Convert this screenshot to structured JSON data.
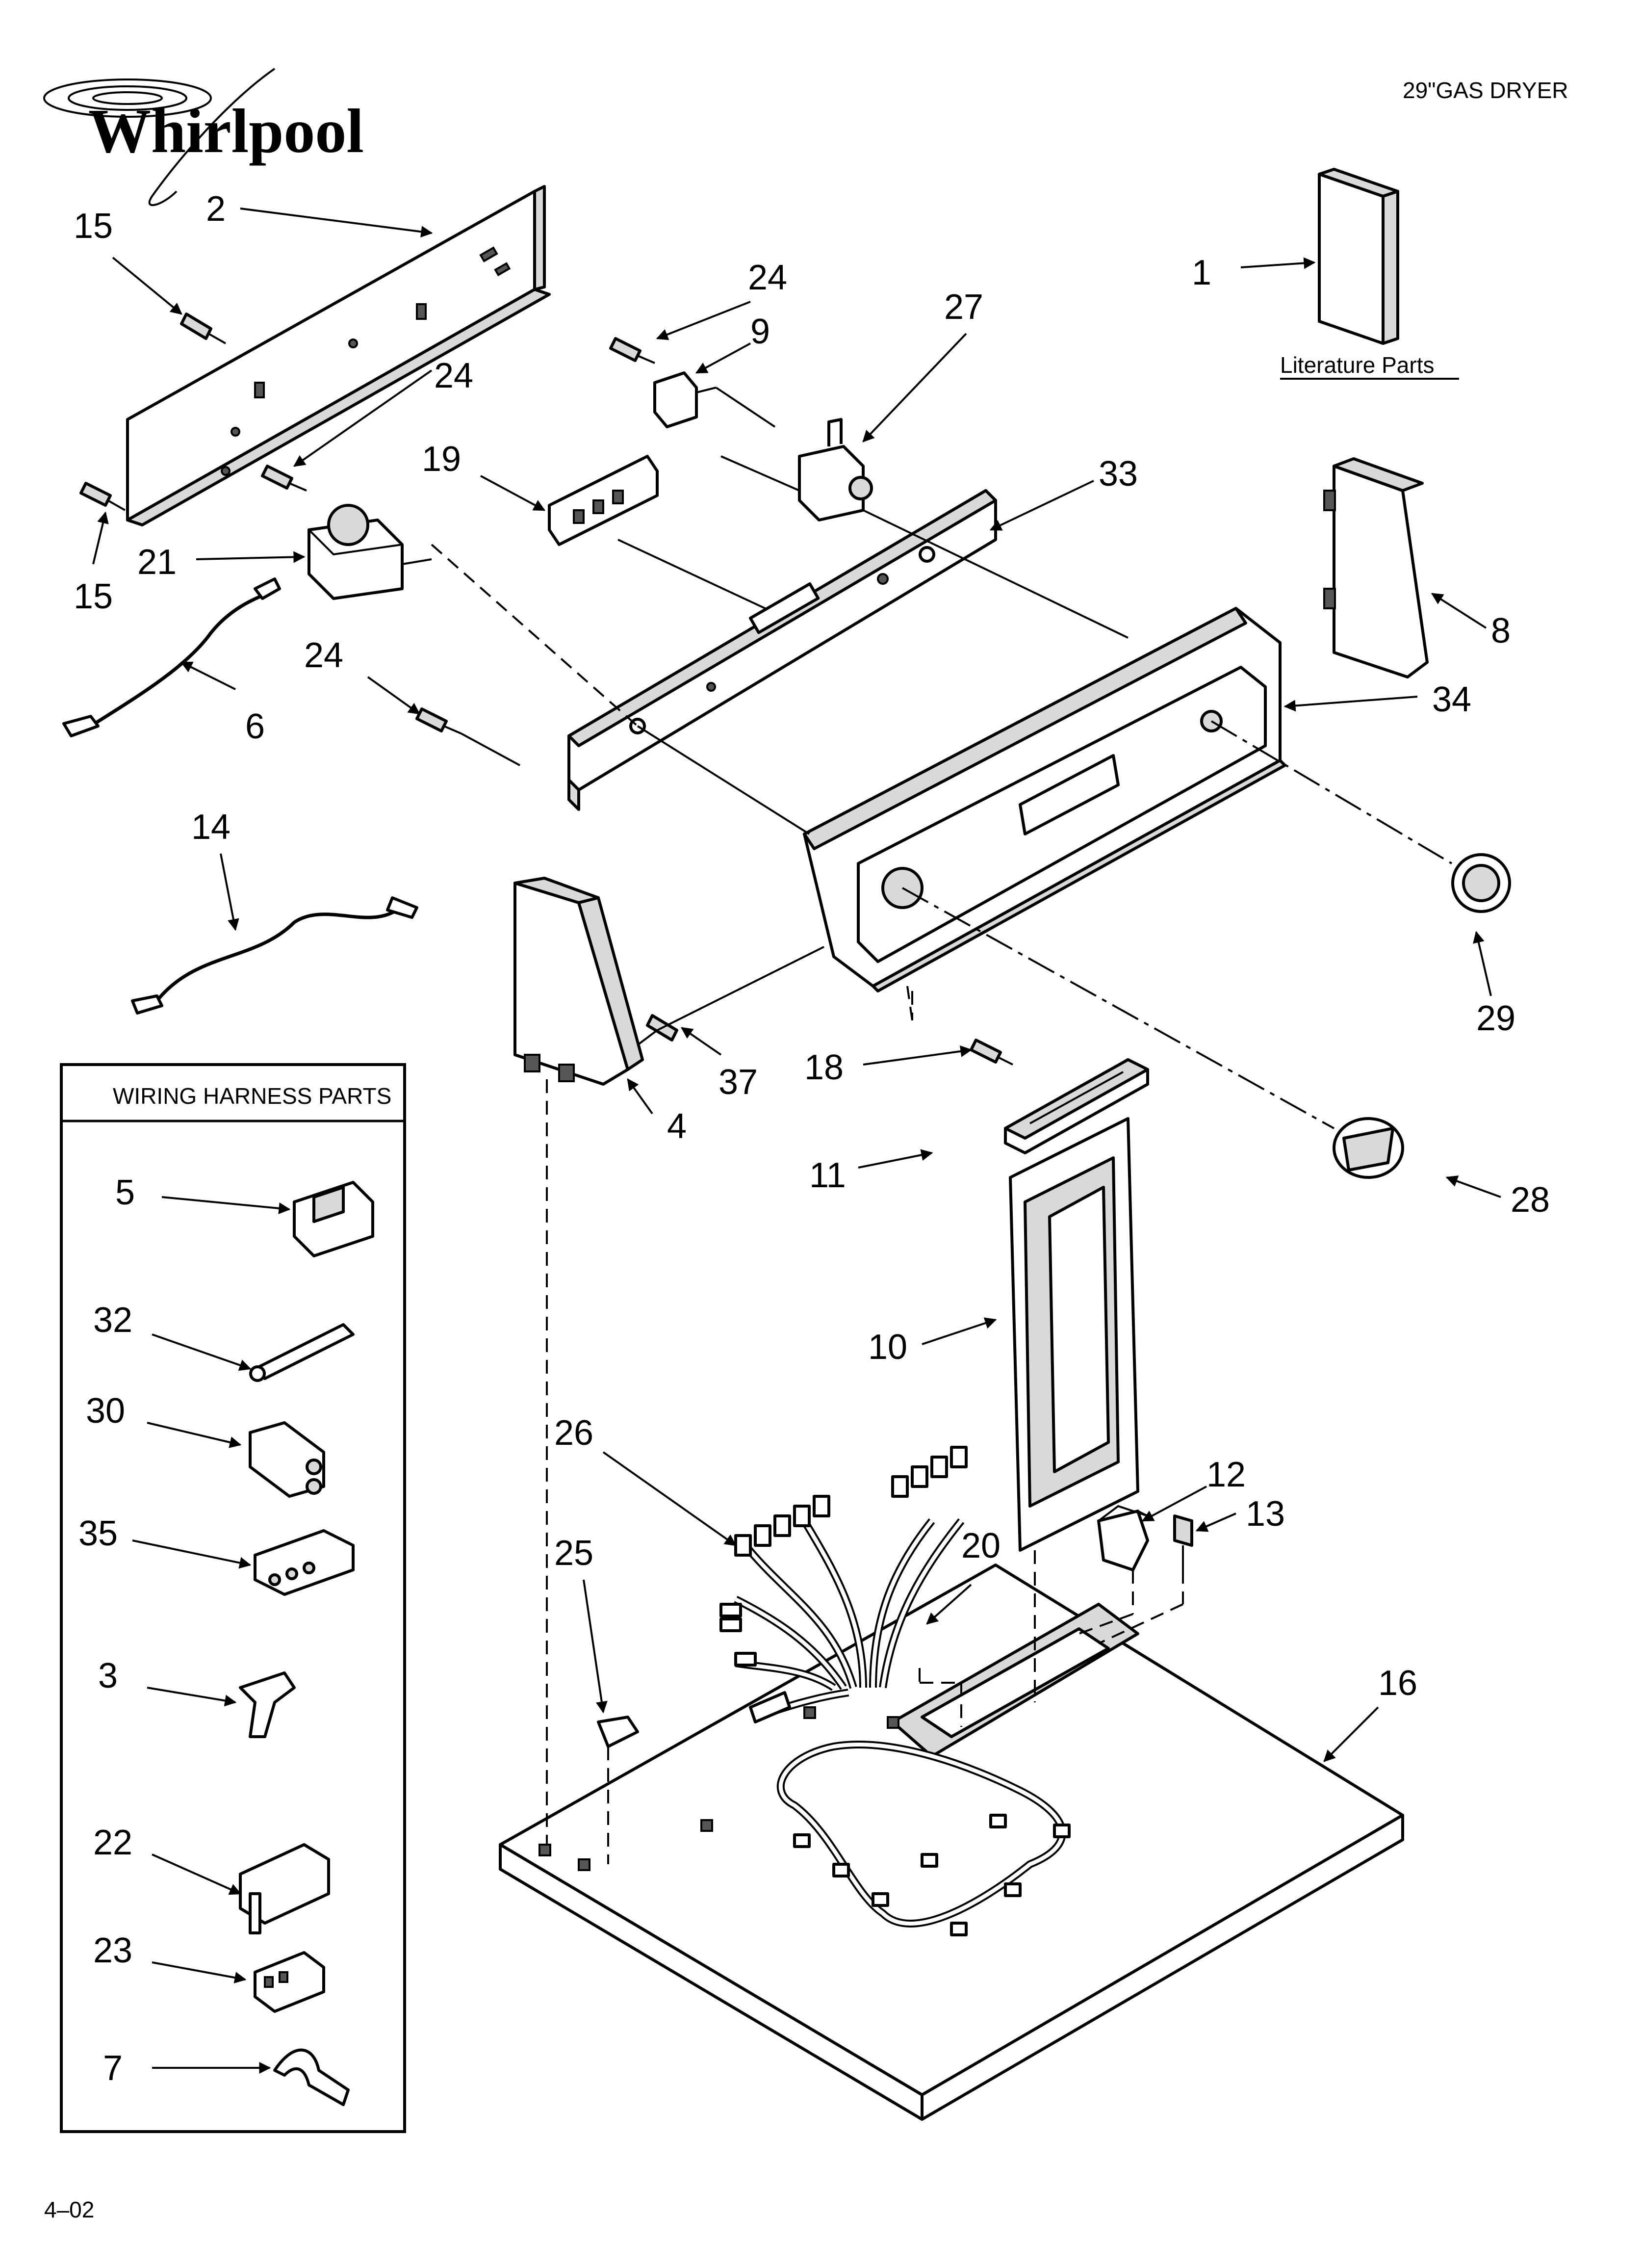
{
  "header": {
    "brand": "Whirlpool",
    "model_title": "29\"GAS DRYER",
    "footer_code": "4–02"
  },
  "literature": {
    "caption": "Literature Parts"
  },
  "harness_box": {
    "title": "WIRING HARNESS PARTS"
  },
  "callouts": {
    "c1": "1",
    "c2": "2",
    "c3": "3",
    "c4": "4",
    "c5": "5",
    "c6": "6",
    "c7": "7",
    "c8": "8",
    "c9": "9",
    "c10": "10",
    "c11": "11",
    "c12": "12",
    "c13": "13",
    "c14": "14",
    "c15a": "15",
    "c15b": "15",
    "c16": "16",
    "c18": "18",
    "c19": "19",
    "c20": "20",
    "c21": "21",
    "c22": "22",
    "c23": "23",
    "c24a": "24",
    "c24b": "24",
    "c24c": "24",
    "c25": "25",
    "c26": "26",
    "c27": "27",
    "c28": "28",
    "c29": "29",
    "c30": "30",
    "c32": "32",
    "c33": "33",
    "c34": "34",
    "c35": "35",
    "c37": "37"
  }
}
